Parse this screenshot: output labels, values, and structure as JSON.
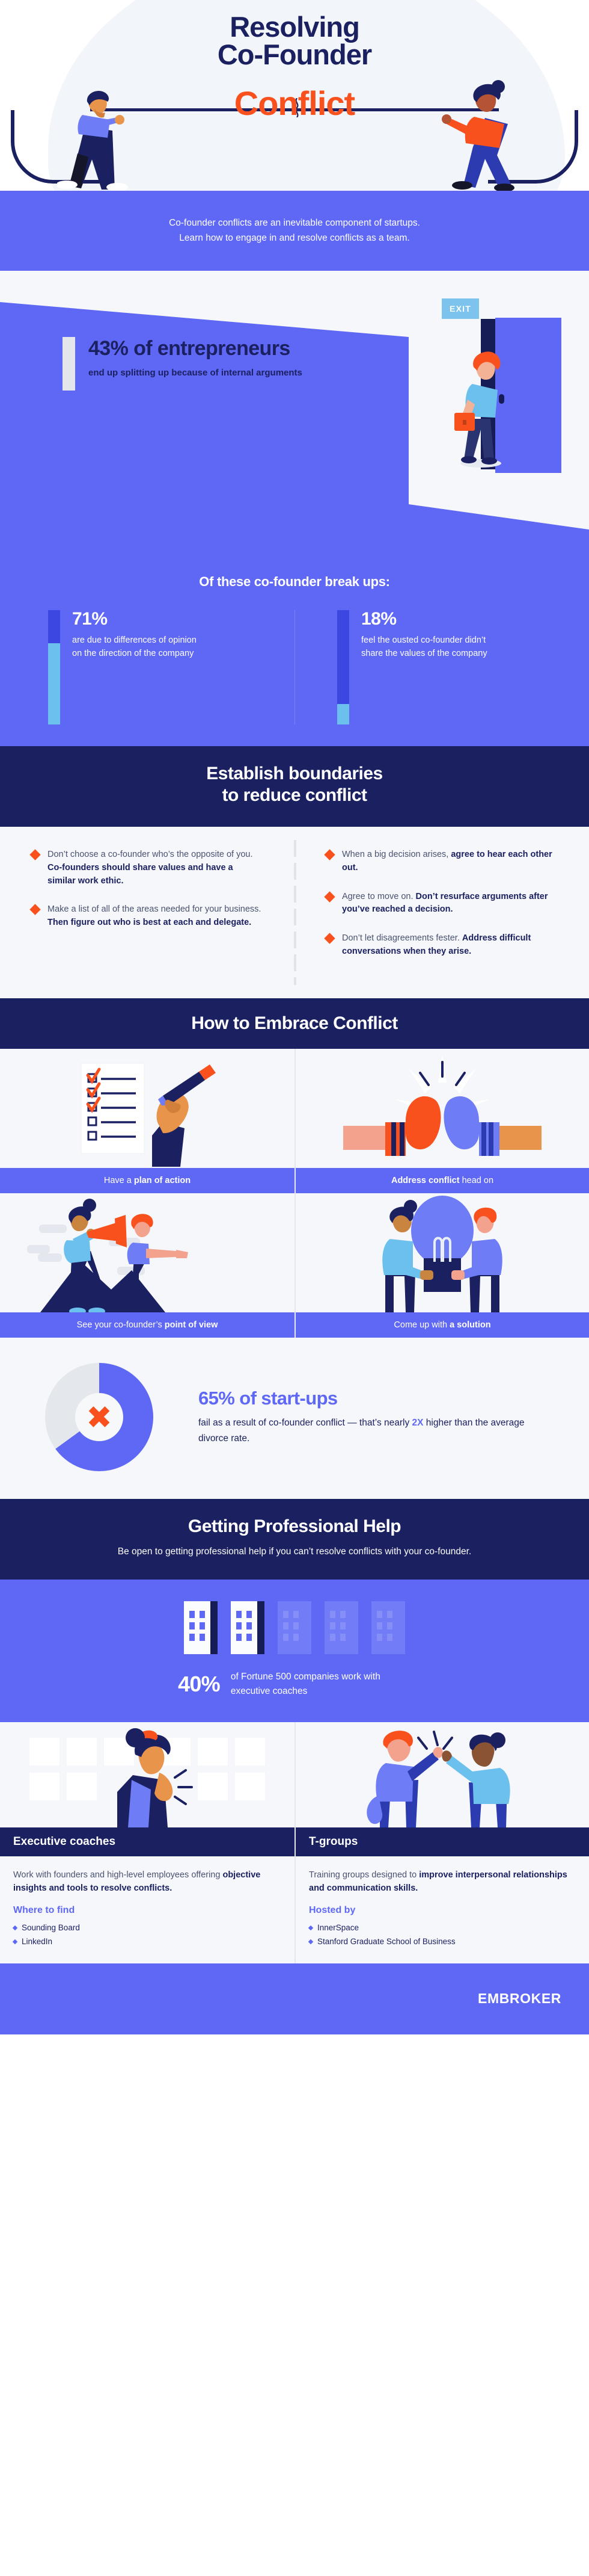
{
  "hero": {
    "title_line1": "Resolving",
    "title_line2": "Co-Founder",
    "title_line3": "Conflict",
    "subtitle_line1": "Co-founder conflicts are an inevitable component of startups.",
    "subtitle_line2": "Learn how to engage in and resolve conflicts as a team."
  },
  "stat_exit": {
    "exit_sign": "EXIT",
    "headline": "43% of entrepreneurs",
    "body": "end up splitting up because of internal arguments",
    "bar_fill_percent": "53"
  },
  "breakups": {
    "title": "Of these co-founder break ups:",
    "items": [
      {
        "value": "71%",
        "text": "are due to differences of opinion on the direction of the company",
        "fill_percent": "71"
      },
      {
        "value": "18%",
        "text": "feel the ousted co-founder didn’t share the values of the company",
        "fill_percent": "18"
      }
    ]
  },
  "boundaries": {
    "heading_line1": "Establish boundaries",
    "heading_line2": "to reduce conflict",
    "left_bullets": [
      {
        "lead": "Don’t choose a co-founder who’s the opposite of you. ",
        "bold": "Co-founders should share values and have a similar work ethic."
      },
      {
        "lead": "Make a list of all of the areas needed for your business. ",
        "bold": "Then figure out who is best at each and delegate."
      }
    ],
    "right_bullets": [
      {
        "lead": "When a big decision arises, ",
        "bold": "agree to hear each other out."
      },
      {
        "lead": "Agree to move on. ",
        "bold": "Don’t resurface arguments after you’ve reached a decision."
      },
      {
        "lead": "Don’t let disagreements fester. ",
        "bold": "Address difficult conversations when they arise."
      }
    ]
  },
  "embrace": {
    "heading": "How to Embrace Conflict",
    "cells": [
      {
        "caption_plain": "Have a ",
        "caption_bold": "plan of action",
        "caption_tail": "",
        "art": "checklist-hand-illustration"
      },
      {
        "caption_plain": "",
        "caption_bold": "Address conflict",
        "caption_tail": " head on",
        "art": "boxing-gloves-illustration"
      },
      {
        "caption_plain": "See your co-founder’s ",
        "caption_bold": "point of view",
        "caption_tail": "",
        "art": "telescope-mountain-illustration"
      },
      {
        "caption_plain": "Come up with ",
        "caption_bold": "a solution",
        "caption_tail": "",
        "art": "lightbulb-handoff-illustration"
      }
    ]
  },
  "failure": {
    "headline": "65% of start-ups",
    "body_part1": "fail as a result of co-founder conflict — that’s nearly ",
    "body_bold": "2X",
    "body_part2": " higher than the average divorce rate."
  },
  "professional_help": {
    "heading": "Getting Professional Help",
    "subtext": "Be open to getting professional help if you can’t resolve conflicts with your co-founder.",
    "stat_number": "40%",
    "stat_text": "of Fortune 500 companies work with executive coaches",
    "buildings_total": 5,
    "buildings_highlighted": 2
  },
  "help_cards": [
    {
      "title": "Executive coaches",
      "desc_plain": "Work with founders and high-level employees offering ",
      "desc_bold": "objective insights and tools to resolve conflicts.",
      "sub_label": "Where to find",
      "links": [
        "Sounding Board",
        "LinkedIn"
      ],
      "art": "woman-thinking-illustration"
    },
    {
      "title": "T-groups",
      "desc_plain": "Training groups designed to ",
      "desc_bold": "improve interpersonal relationships and communication skills.",
      "sub_label": "Hosted by",
      "links": [
        "InnerSpace",
        "Stanford Graduate School of Business"
      ],
      "art": "high-five-illustration"
    }
  ],
  "footer": {
    "brand": "EMBROKER"
  },
  "colors": {
    "navy": "#1b2160",
    "periwinkle": "#5f68f5",
    "orange": "#f9511e",
    "sky": "#6cc0ee",
    "light_bg": "#f5f7fa",
    "grey_track": "#e3e6ea"
  },
  "chart_data": [
    {
      "type": "bar",
      "title": "43% of entrepreneurs end up splitting up because of internal arguments",
      "categories": [
        "entrepreneurs splitting up"
      ],
      "values": [
        43
      ],
      "ylim": [
        0,
        100
      ],
      "xlabel": "",
      "ylabel": "%"
    },
    {
      "type": "bar",
      "title": "Of these co-founder break ups:",
      "categories": [
        "differences of opinion on direction",
        "ousted co-founder didn’t share values"
      ],
      "values": [
        71,
        18
      ],
      "ylim": [
        0,
        100
      ],
      "xlabel": "",
      "ylabel": "%"
    },
    {
      "type": "pie",
      "title": "65% of start-ups fail as a result of co-founder conflict",
      "categories": [
        "fail due to co-founder conflict",
        "other"
      ],
      "values": [
        65,
        35
      ],
      "legend": "none"
    },
    {
      "type": "bar",
      "title": "40% of Fortune 500 companies work with executive coaches",
      "categories": [
        "Fortune 500 using executive coaches"
      ],
      "values": [
        40
      ],
      "ylim": [
        0,
        100
      ],
      "xlabel": "",
      "ylabel": "%"
    }
  ]
}
